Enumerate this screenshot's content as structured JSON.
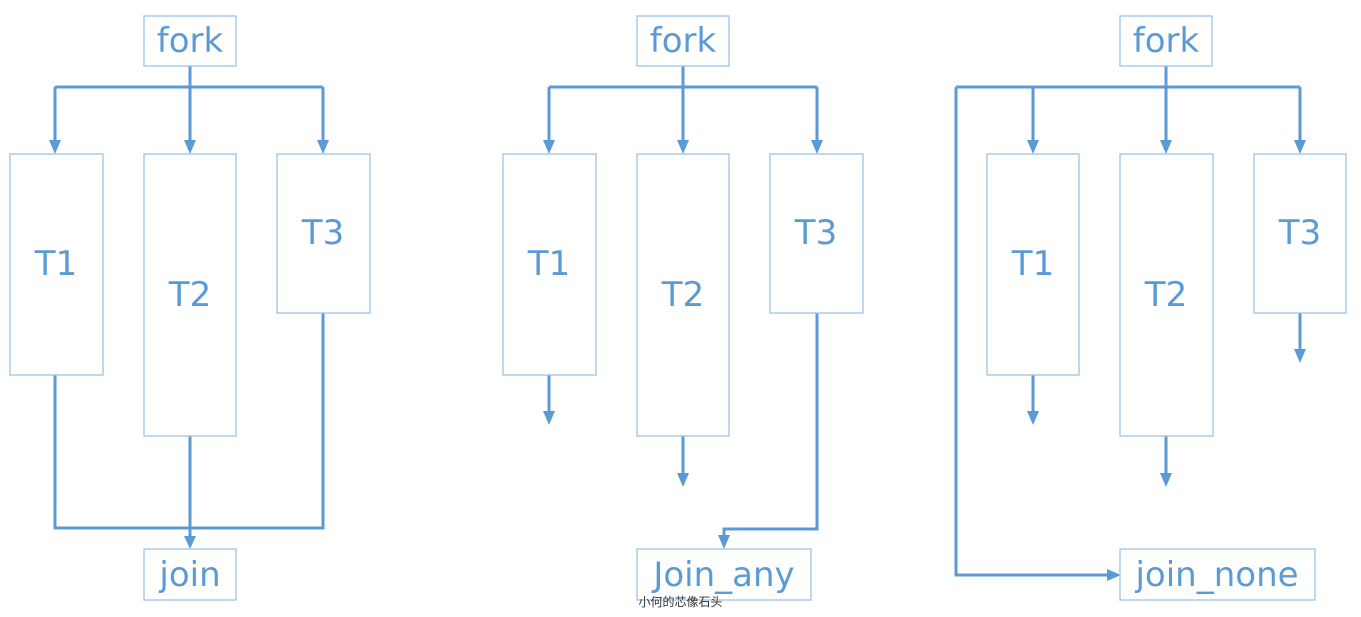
{
  "diagrams": [
    {
      "fork_label": "fork",
      "threads": [
        "T1",
        "T2",
        "T3"
      ],
      "join_label": "join"
    },
    {
      "fork_label": "fork",
      "threads": [
        "T1",
        "T2",
        "T3"
      ],
      "join_label": "Join_any"
    },
    {
      "fork_label": "fork",
      "threads": [
        "T1",
        "T2",
        "T3"
      ],
      "join_label": "join_none"
    }
  ],
  "watermark": "小何的芯像石头",
  "colors": {
    "line": "#5b9bd5",
    "box_border": "#9dc3e6",
    "text": "#5b9bd5"
  }
}
